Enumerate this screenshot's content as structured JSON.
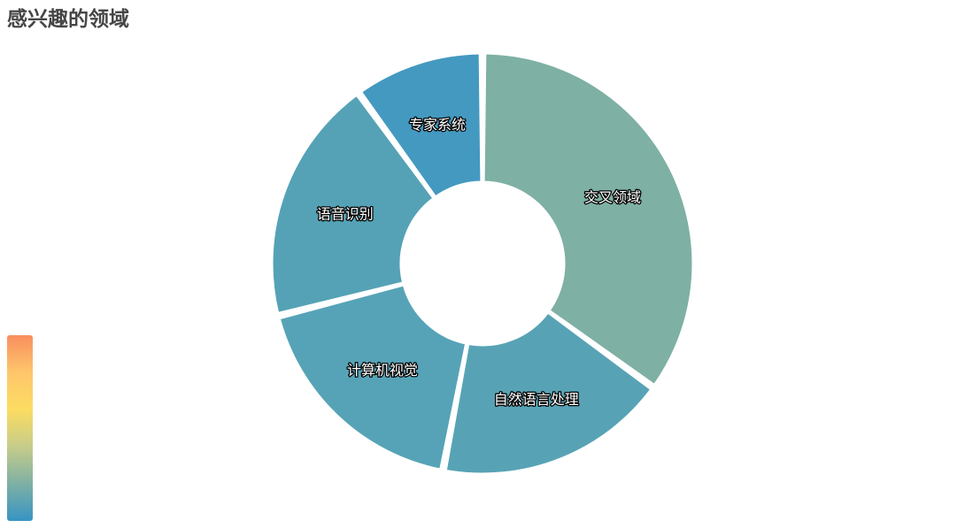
{
  "title": "感兴趣的领域",
  "chart_data": {
    "type": "pie",
    "subtype": "donut",
    "title": "感兴趣的领域",
    "slices": [
      {
        "label": "交叉领域",
        "value": 35,
        "color": "#7eb0a4"
      },
      {
        "label": "自然语言处理",
        "value": 18,
        "color": "#57a3b5"
      },
      {
        "label": "计算机视觉",
        "value": 18,
        "color": "#56a3b7"
      },
      {
        "label": "语音识别",
        "value": 19,
        "color": "#55a2b6"
      },
      {
        "label": "专家系统",
        "value": 10,
        "color": "#4499c0"
      }
    ],
    "visual_map": {
      "orientation": "vertical",
      "colors": [
        "#f98e5e",
        "#fec66c",
        "#fcdc61",
        "#c6cc8a",
        "#7eb0a4",
        "#3794c3"
      ]
    }
  }
}
